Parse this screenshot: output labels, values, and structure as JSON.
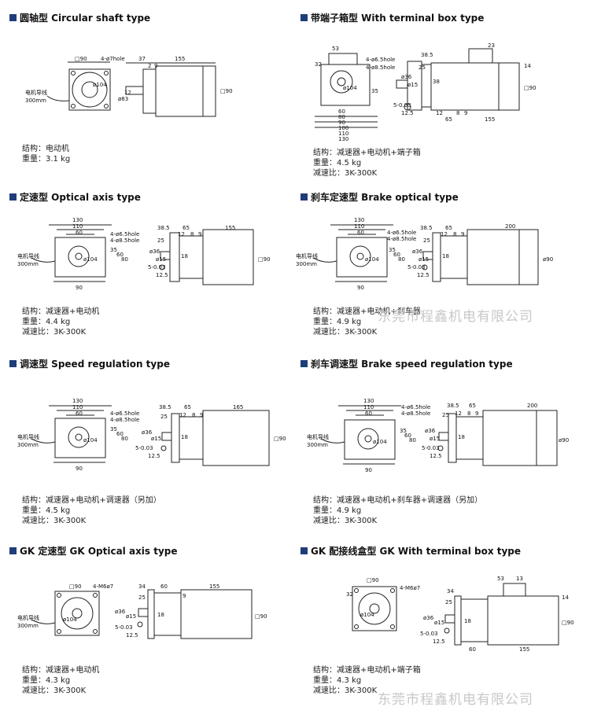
{
  "panels": [
    {
      "id": "circular",
      "title": "圆轴型 Circular shaft type",
      "specs": [
        "结构：电动机",
        "重量：3.1 kg"
      ],
      "dims": {
        "flange": "□90",
        "hole": "4-ø7hole",
        "d1": "37",
        "d2": "2",
        "d3": "9",
        "d4": "155",
        "d5": "ø83",
        "d6": "12",
        "d7": "□90",
        "lead": "电机导线",
        "lead_len": "300mm",
        "pcd": "ø104"
      }
    },
    {
      "id": "terminal",
      "title": "带端子箱型 With terminal box type",
      "specs": [
        "结构：减速器+电动机+端子箱",
        "重量：4.5 kg",
        "减速比：3K-300K"
      ],
      "dims": {
        "top": "53",
        "tb": "23",
        "h1": "4-ø6.5hole",
        "h2": "4-ø8.5hole",
        "pcd": "ø104",
        "a": "32",
        "b": "35",
        "c": "60",
        "d": "80",
        "e": "90",
        "f": "100",
        "g": "110",
        "h": "130",
        "s1": "38.5",
        "s2": "25",
        "s3": "ø36",
        "s4": "ø15",
        "s5": "38",
        "s6": "12",
        "s7": "65",
        "s8": "155",
        "s9": "□90",
        "s10": "5-0.03",
        "s11": "12.5",
        "s12": "8",
        "s13": "9",
        "s14": "14"
      }
    },
    {
      "id": "optical",
      "title": "定速型 Optical axis type",
      "specs": [
        "结构：减速器+电动机",
        "重量：4.4 kg",
        "减速比：3K-300K"
      ],
      "dims": {
        "w130": "130",
        "w110": "110",
        "w60": "60",
        "h1": "4-ø6.5hole",
        "h2": "4-ø8.5hole",
        "pcd": "ø104",
        "w90": "90",
        "lead": "电机导线",
        "lead_len": "300mm",
        "s1": "38.5",
        "s2": "65",
        "s3": "155",
        "s4": "25",
        "s5": "12",
        "s6": "8",
        "s7": "9",
        "s8": "ø36",
        "s9": "ø15",
        "s10": "18",
        "s11": "□90",
        "s12": "5-0.03",
        "s13": "12.5",
        "s14": "35",
        "s15": "60",
        "s16": "80"
      }
    },
    {
      "id": "brake_optical",
      "title": "刹车定速型 Brake optical type",
      "specs": [
        "结构：减速器+电动机+刹车器",
        "重量：4.9 kg",
        "减速比：3K-300K"
      ],
      "dims": {
        "w130": "130",
        "w110": "110",
        "w60": "60",
        "h1": "4-ø6.5hole",
        "h2": "4-ø8.5hole",
        "pcd": "ø104",
        "w90": "90",
        "lead": "电机导线",
        "lead_len": "300mm",
        "s1": "38.5",
        "s2": "65",
        "s3": "200",
        "s4": "25",
        "s5": "12",
        "s6": "8",
        "s7": "9",
        "s8": "ø36",
        "s9": "ø15",
        "s10": "18",
        "s11": "ø90",
        "s12": "5-0.03",
        "s13": "12.5",
        "s14": "35",
        "s15": "60",
        "s16": "80"
      }
    },
    {
      "id": "speed_reg",
      "title": "调速型 Speed regulation type",
      "specs": [
        "结构：减速器+电动机+调速器（另加）",
        "重量：4.5 kg",
        "减速比：3K-300K"
      ],
      "dims": {
        "w130": "130",
        "w110": "110",
        "w60": "60",
        "h1": "4-ø6.5hole",
        "h2": "4-ø8.5hole",
        "pcd": "ø104",
        "w90": "90",
        "lead": "电机导线",
        "lead_len": "300mm",
        "s1": "38.5",
        "s2": "65",
        "s3": "165",
        "s4": "25",
        "s5": "12",
        "s6": "8",
        "s7": "9",
        "s8": "ø36",
        "s9": "ø15",
        "s10": "18",
        "s11": "□90",
        "s12": "5-0.03",
        "s13": "12.5",
        "s14": "35",
        "s15": "60",
        "s16": "80"
      }
    },
    {
      "id": "brake_speed",
      "title": "刹车调速型 Brake speed regulation type",
      "specs": [
        "结构：减速器+电动机+刹车器+调速器（另加）",
        "重量：4.9 kg",
        "减速比：3K-300K"
      ],
      "dims": {
        "w130": "130",
        "w110": "110",
        "w60": "60",
        "h1": "4-ø6.5hole",
        "h2": "4-ø8.5hole",
        "pcd": "ø104",
        "w90": "90",
        "lead": "电机导线",
        "lead_len": "300mm",
        "s1": "38.5",
        "s2": "65",
        "s3": "200",
        "s4": "25",
        "s5": "12",
        "s6": "8",
        "s7": "9",
        "s8": "ø36",
        "s9": "ø15",
        "s10": "18",
        "s11": "ø90",
        "s12": "5-0.03",
        "s13": "12.5",
        "s14": "35",
        "s15": "60",
        "s16": "80"
      }
    },
    {
      "id": "gk_optical",
      "title": "GK 定速型 GK Optical axis type",
      "specs": [
        "结构：减速器+电动机",
        "重量：4.3 kg",
        "减速比：3K-300K"
      ],
      "dims": {
        "flange": "□90",
        "hole": "4-M6ø7",
        "pcd": "ø104",
        "lead": "电机导线",
        "lead_len": "300mm",
        "s1": "34",
        "s2": "60",
        "s3": "155",
        "s4": "25",
        "s5": "9",
        "s6": "ø36",
        "s7": "ø15",
        "s8": "18",
        "s9": "□90",
        "s10": "5-0.03",
        "s11": "12.5"
      }
    },
    {
      "id": "gk_terminal",
      "title": "GK 配接线盒型 GK With terminal box type",
      "specs": [
        "结构：减速器+电动机+端子箱",
        "重量：4.3 kg",
        "减速比：3K-300K"
      ],
      "dims": {
        "flange": "□90",
        "hole": "4-M6ø7",
        "pcd": "ø104",
        "a": "32",
        "s1": "34",
        "s2": "25",
        "s3": "53",
        "s4": "13",
        "s5": "14",
        "s6": "ø36",
        "s7": "ø15",
        "s8": "18",
        "s9": "□90",
        "s10": "5-0.03",
        "s11": "12.5",
        "s12": "60",
        "s13": "155"
      }
    }
  ],
  "watermark": [
    "东莞市程鑫机电有限公司",
    "东莞市程鑫机电有限公司"
  ],
  "colors": {
    "accent": "#1f3d7a",
    "line": "#222222",
    "watermark": "#c8c8c8"
  }
}
